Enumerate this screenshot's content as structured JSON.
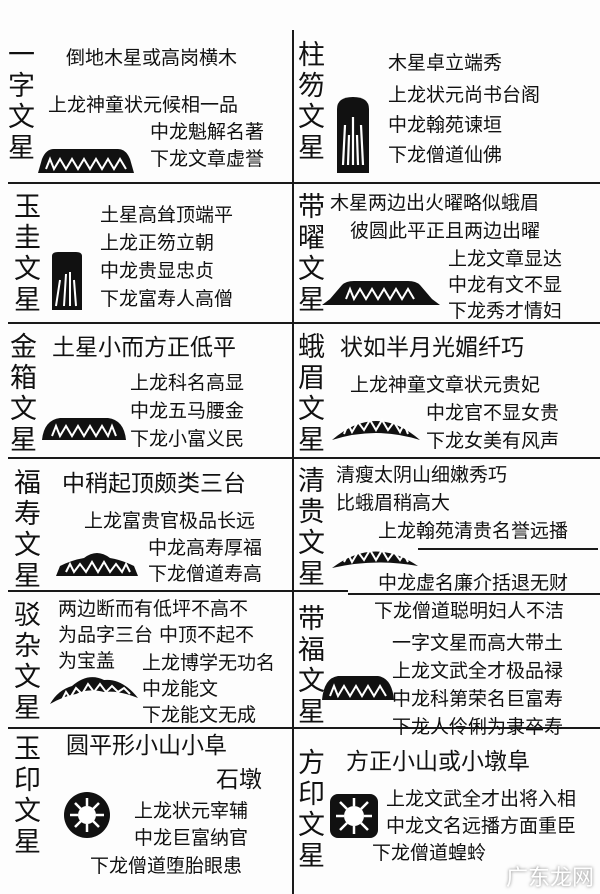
{
  "rows": [
    {
      "left": {
        "name": [
          "一",
          "字",
          "文",
          "星"
        ],
        "lines": [
          "倒地木星或高岗横木",
          "上龙神童状元候相一品",
          "中龙魁解名著",
          "下龙文章虚誉"
        ],
        "icon": "flat-ridge-shape"
      },
      "right": {
        "name": [
          "柱",
          "笏",
          "文",
          "星"
        ],
        "lines": [
          "木星卓立端秀",
          "上龙状元尚书台阁",
          "中龙翰苑谏垣",
          "下龙僧道仙佛"
        ],
        "icon": "tall-pillar-shape"
      }
    },
    {
      "left": {
        "name": [
          "玉",
          "圭",
          "文",
          "星"
        ],
        "lines": [
          "土星高耸顶端平",
          "上龙正笏立朝",
          "中龙贵显忠贞",
          "下龙富寿人高僧"
        ],
        "icon": "tall-flat-top-shape"
      },
      "right": {
        "name": [
          "带",
          "曜",
          "文",
          "星"
        ],
        "lines": [
          "木星两边出火曜略似蛾眉",
          "彼圆此平正且两边出曜",
          "上龙文章显达",
          "中龙有文不显",
          "下龙秀才情妇"
        ],
        "icon": "flat-with-flares-shape"
      }
    },
    {
      "left": {
        "name": [
          "金",
          "箱",
          "文",
          "星"
        ],
        "lines": [
          "土星小而方正低平",
          "上龙科名高显",
          "中龙五马腰金",
          "下龙小富义民"
        ],
        "icon": "low-box-shape"
      },
      "right": {
        "name": [
          "蛾",
          "眉",
          "文",
          "星"
        ],
        "lines": [
          "状如半月光媚纤巧",
          "上龙神童文章状元贵妃",
          "中龙官不显女贵",
          "下龙女美有风声"
        ],
        "icon": "half-moon-shape"
      }
    },
    {
      "left": {
        "name": [
          "福",
          "寿",
          "文",
          "星"
        ],
        "lines": [
          "中稍起顶颇类三台",
          "上龙富贵官极品长远",
          "中龙高寿厚福",
          "下龙僧道寿高"
        ],
        "icon": "three-peak-shape"
      },
      "right": {
        "name": [
          "清",
          "贵",
          "文",
          "星"
        ],
        "lines": [
          "清瘦太阴山细嫩秀巧",
          "比蛾眉稍高大",
          "上龙翰苑清贵名誉远播",
          "中龙虚名廉介括退无财",
          "下龙僧道聪明妇人不洁"
        ],
        "icon": "slender-arc-shape"
      }
    },
    {
      "left": {
        "name": [
          "驳",
          "杂",
          "文",
          "星"
        ],
        "lines": [
          "两边断而有低坪不高不",
          "为品字三台  中顶不起不",
          "为宝盖",
          "上龙博学无功名",
          "中龙能文",
          "下龙能文无成"
        ],
        "icon": "broken-arc-shape"
      },
      "right": {
        "name": [
          "带",
          "福",
          "文",
          "星"
        ],
        "lines": [
          "一字文星而高大带土",
          "上龙文武全才极品禄",
          "中龙科第荣名巨富寿",
          "下龙人伶俐为隶卒寿"
        ],
        "icon": "broad-flat-shape"
      }
    },
    {
      "left": {
        "name": [
          "玉",
          "印",
          "文",
          "星"
        ],
        "lines": [
          "圆平形小山小阜",
          "石墩",
          "上龙状元宰辅",
          "中龙巨富纳官",
          "下龙僧道堕胎眼患"
        ],
        "icon": "round-seal-shape"
      },
      "right": {
        "name": [
          "方",
          "印",
          "文",
          "星"
        ],
        "lines": [
          "方正小山或小墩阜",
          "上龙文武全才出将入相",
          "中龙文名远播方面重臣",
          "下龙僧道蝗蛉"
        ],
        "icon": "square-seal-shape"
      }
    }
  ],
  "watermark": "广东龙网"
}
